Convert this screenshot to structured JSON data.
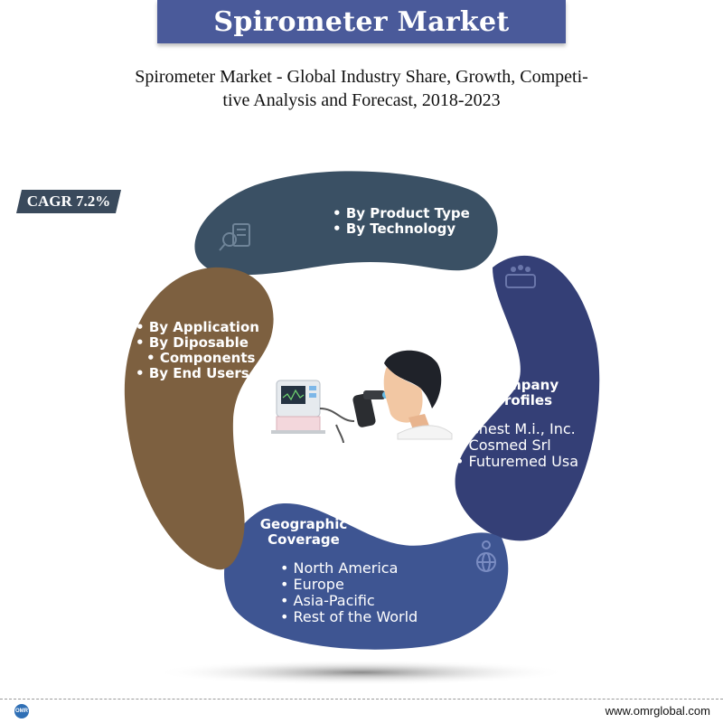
{
  "header": {
    "title": "Spirometer Market",
    "subtitle_line1": "Spirometer Market - Global Industry Share, Growth, Competi-",
    "subtitle_line2": "tive Analysis and Forecast, 2018-2023"
  },
  "badge": {
    "label": "CAGR 7.2%"
  },
  "segments": {
    "top": {
      "items": [
        "By Product Type",
        "By Technology"
      ],
      "color": "#3a5064",
      "icon": "report-search-icon"
    },
    "right": {
      "heading_line1": "Company",
      "heading_line2": "Profiles",
      "items": [
        "Chest M.i., Inc.",
        "Cosmed Srl",
        "Futuremed Usa"
      ],
      "color": "#343f76",
      "icon": "crowd-icon"
    },
    "bottom": {
      "heading_line1": "Geographic",
      "heading_line2": "Coverage",
      "items": [
        "North America",
        "Europe",
        "Asia-Pacific",
        "Rest of the World"
      ],
      "color": "#3e5592",
      "icon": "globe-location-icon"
    },
    "left": {
      "items": [
        "By Application",
        "By Diposable",
        "Components",
        "By End Users"
      ],
      "color": "#7d6040"
    }
  },
  "footer": {
    "logo": "OMR",
    "url": "www.omrglobal.com"
  }
}
